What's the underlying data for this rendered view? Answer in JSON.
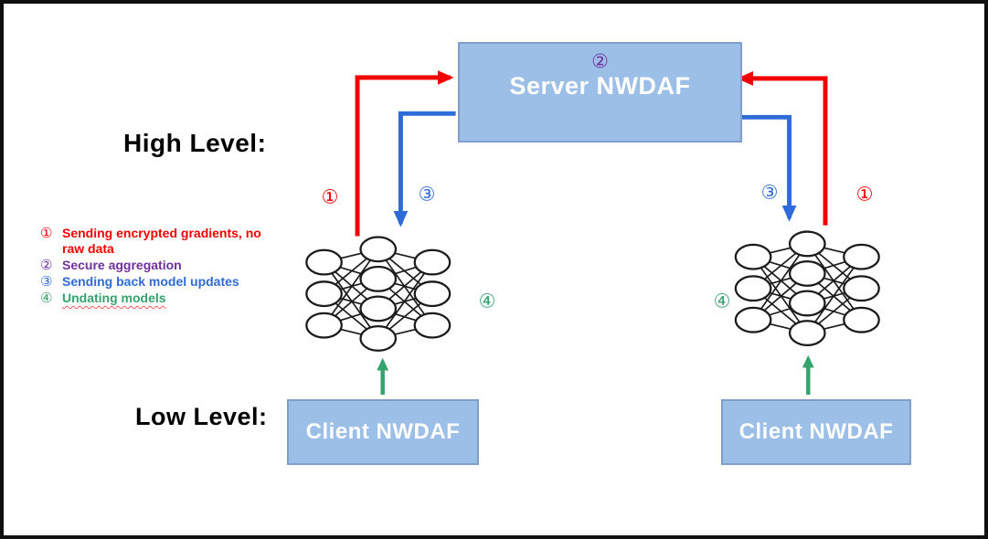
{
  "colors": {
    "red": "#f20000",
    "blue": "#2e6bd8",
    "green": "#35a36d",
    "purple": "#7030a0",
    "box_fill": "#9cbfe8",
    "box_border": "#7f9ec9",
    "squiggle": "#ff5b5b",
    "ink": "#1b1b1b"
  },
  "headers": {
    "high_level": "High Level:",
    "low_level": "Low Level:"
  },
  "nodes": {
    "server": "Server NWDAF",
    "client_left": "Client NWDAF",
    "client_right": "Client NWDAF"
  },
  "steps": {
    "s1": "①",
    "s2": "②",
    "s3": "③",
    "s4": "④"
  },
  "legend": {
    "items": [
      {
        "num": "①",
        "text": "Sending encrypted gradients, no raw data",
        "color": "red",
        "misspelled": false
      },
      {
        "num": "②",
        "text": "Secure aggregation",
        "color": "purple",
        "misspelled": false
      },
      {
        "num": "③",
        "text": "Sending back model updates",
        "color": "blue",
        "misspelled": false
      },
      {
        "num": "④",
        "text": "Undating models",
        "color": "green",
        "misspelled": true
      }
    ]
  },
  "network": {
    "layers": [
      3,
      4,
      3
    ]
  }
}
